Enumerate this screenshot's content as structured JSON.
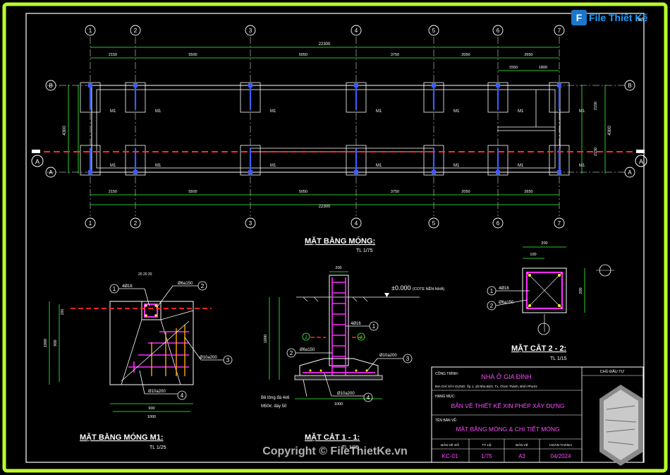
{
  "brand": {
    "logo_text": "File Thiết Kế",
    "logo_suffix": ".vn"
  },
  "watermark": "Copyright © FileThietKe.vn",
  "colors": {
    "frame": "#b8ff2a",
    "line": "#ffffff",
    "dim": "#36ff36",
    "axis": "#ff2a2a",
    "rebar": "#ff2aff",
    "column": "#3a5cff",
    "text_yellow": "#ffff00",
    "title_text": "#ff4aff"
  },
  "grid_axes": {
    "numbers": [
      "1",
      "2",
      "3",
      "4",
      "5",
      "6",
      "7"
    ],
    "letters_left": [
      "B",
      "A"
    ],
    "letters_right": [
      "B",
      "A"
    ]
  },
  "plan": {
    "overall_dim": "22300",
    "top_spans": [
      "2150",
      "5500",
      "5050",
      "3750",
      "2050",
      "2650"
    ],
    "top_sub_spans": [
      "1550",
      "1800"
    ],
    "bottom_spans": [
      "2150",
      "5500",
      "5050",
      "3750",
      "2050",
      "2650"
    ],
    "bottom_overall": "22300",
    "left_total": "4300",
    "right_total": "4300",
    "footing_label": "M1",
    "section_mark": "A",
    "title": "MẶT BẰNG MÓNG:",
    "scale": "TL 1/75"
  },
  "m1_plan": {
    "title": "MẶT BẰNG MÓNG M1:",
    "scale": "TL 1/25",
    "callout_1": "4Ø16",
    "callout_2": "Ø6a150",
    "callout_3": "Ø10a200",
    "callout_4": "Ø10a200",
    "dim_bottom": "1000",
    "dim_bottom_inner": "900",
    "dim_left": "1000",
    "dim_left_inner": "900",
    "tag_1": "1",
    "tag_2": "2",
    "tag_3": "3",
    "tag_4": "4"
  },
  "section_11": {
    "title": "MẶT CẮT 1 - 1:",
    "scale": "TL 1/25",
    "level": "±0.000",
    "level_note": "(COTE NỀN NHÀ)",
    "callout_1": "4Ø16",
    "callout_2": "Ø6a150",
    "callout_3": "Ø10a200",
    "callout_4": "Ø10a200",
    "lean_note_1": "Bê tông đá 4x6",
    "lean_note_2": "M50#, dày 50",
    "dim_top": "200",
    "dim_bottom": "1000",
    "dim_height": "1000",
    "tag_2": "2"
  },
  "section_22": {
    "title": "MẶT CẮT 2 - 2:",
    "scale": "TL 1/15",
    "callout_1": "4Ø16",
    "callout_2": "Ø6a150",
    "dim_top": "200",
    "dim_sub": "100",
    "dim_side": "200"
  },
  "title_block": {
    "project_label": "CÔNG TRÌNH:",
    "project": "NHÀ Ở GIA ĐÌNH",
    "address": "ĐỊA CHỈ XÂY DỰNG: Ấp 1, xã Nha Bích, Tx. Chơn Thành, Bình Phước",
    "category_label": "HẠNG MỤC:",
    "category": "BẢN VẼ THIẾT KẾ XIN PHÉP XÂY DỰNG",
    "drawing_label": "TÊN BẢN VẼ:",
    "drawing": "MẶT BẰNG MÓNG & CHI TIẾT MÓNG",
    "owner_label": "CHỦ ĐẦU TƯ",
    "headers": [
      "BẢN VẼ SỐ",
      "TỶ LỆ",
      "BẢN VẼ",
      "HOÀN THÀNH"
    ],
    "values": [
      "KC-01",
      "1/75",
      "A3",
      "04/2024"
    ]
  }
}
